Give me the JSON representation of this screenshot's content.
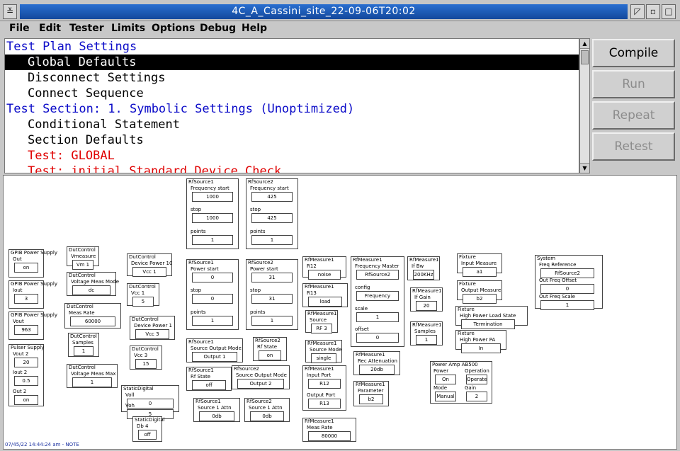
{
  "window": {
    "title": "4C_A_Cassini_site_22-09-06T20:02"
  },
  "menu": [
    "File",
    "Edit",
    "Tester",
    "Limits",
    "Options",
    "Debug",
    "Help"
  ],
  "plan": [
    {
      "text": "Test Plan Settings",
      "color": "#0a0ac8",
      "indent": 0,
      "selected": false
    },
    {
      "text": "Global Defaults",
      "color": "#ffffff",
      "indent": 1,
      "selected": true
    },
    {
      "text": "Disconnect Settings",
      "color": "#000000",
      "indent": 1,
      "selected": false
    },
    {
      "text": "Connect Sequence",
      "color": "#000000",
      "indent": 1,
      "selected": false
    },
    {
      "text": "Test Section: 1. Symbolic Settings (Unoptimized)",
      "color": "#0a0ac8",
      "indent": 0,
      "selected": false
    },
    {
      "text": "Conditional Statement",
      "color": "#000000",
      "indent": 1,
      "selected": false
    },
    {
      "text": "Section Defaults",
      "color": "#000000",
      "indent": 1,
      "selected": false
    },
    {
      "text": "Test: GLOBAL",
      "color": "#e00000",
      "indent": 1,
      "selected": false
    },
    {
      "text": "Test: initial Standard Device Check",
      "color": "#e00000",
      "indent": 1,
      "selected": false
    }
  ],
  "buttons": [
    {
      "label": "Compile",
      "enabled": true
    },
    {
      "label": "Run",
      "enabled": false
    },
    {
      "label": "Repeat",
      "enabled": false
    },
    {
      "label": "Retest",
      "enabled": false
    }
  ],
  "status": "07/45/22 14:44:24 am - NOTE",
  "blocks": [
    {
      "title": "GPIB Power Supply",
      "fields": [
        {
          "l": "Out",
          "v": "on"
        }
      ]
    },
    {
      "title": "GPIB Power Supply",
      "fields": [
        {
          "l": "Iout",
          "v": "3"
        }
      ]
    },
    {
      "title": "GPIB Power Supply",
      "fields": [
        {
          "l": "Vout",
          "v": "963"
        }
      ]
    },
    {
      "title": "Pulser Supply",
      "fields": [
        {
          "l": "Vout 2",
          "v": "20"
        },
        {
          "l": "Iout 2",
          "v": "0.5"
        },
        {
          "l": "Out 2",
          "v": "on"
        }
      ]
    },
    {
      "title": "DutControl",
      "fields": [
        {
          "l": "Vmeasure",
          "v": "Vm 1"
        }
      ]
    },
    {
      "title": "DutControl",
      "fields": [
        {
          "l": "Voltage Meas Mode",
          "v": "dc"
        }
      ]
    },
    {
      "title": "DutControl",
      "fields": [
        {
          "l": "Meas Rate",
          "v": "60000"
        }
      ]
    },
    {
      "title": "DutControl",
      "fields": [
        {
          "l": "Samples",
          "v": "1"
        }
      ]
    },
    {
      "title": "DutControl",
      "fields": [
        {
          "l": "Voltage Meas Max",
          "v": "1"
        }
      ]
    },
    {
      "title": "DutControl",
      "fields": [
        {
          "l": "Device Power 10",
          "v": "Vcc 1"
        }
      ]
    },
    {
      "title": "DutControl",
      "fields": [
        {
          "l": "Vcc 1",
          "v": "5"
        }
      ]
    },
    {
      "title": "DutControl",
      "fields": [
        {
          "l": "Device Power 1",
          "v": "Vcc 3"
        }
      ]
    },
    {
      "title": "DutControl",
      "fields": [
        {
          "l": "Vcc 3",
          "v": "15"
        }
      ]
    },
    {
      "title": "StaticDigital",
      "fields": [
        {
          "l": "Voll",
          "v": "0"
        },
        {
          "l": "Voh",
          "v": "5"
        }
      ]
    },
    {
      "title": "StaticDigital",
      "fields": [
        {
          "l": "Db 4",
          "v": "off"
        }
      ]
    },
    {
      "title": "RfSource1",
      "fields": [
        {
          "l": "Frequency start",
          "v": "1000"
        },
        {
          "l": "stop",
          "v": "1000"
        },
        {
          "l": "points",
          "v": "1"
        }
      ]
    },
    {
      "title": "RfSource2",
      "fields": [
        {
          "l": "Frequency start",
          "v": "425"
        },
        {
          "l": "stop",
          "v": "425"
        },
        {
          "l": "points",
          "v": "1"
        }
      ]
    },
    {
      "title": "RfSource1",
      "fields": [
        {
          "l": "Power start",
          "v": "0"
        },
        {
          "l": "stop",
          "v": "0"
        },
        {
          "l": "points",
          "v": "1"
        }
      ]
    },
    {
      "title": "RfSource2",
      "fields": [
        {
          "l": "Power start",
          "v": "31"
        },
        {
          "l": "stop",
          "v": "31"
        },
        {
          "l": "points",
          "v": "1"
        }
      ]
    },
    {
      "title": "RfSource1",
      "fields": [
        {
          "l": "Source Output Mode",
          "v": "Output 1"
        }
      ]
    },
    {
      "title": "RfSource2",
      "fields": [
        {
          "l": "Rf State",
          "v": "on"
        }
      ]
    },
    {
      "title": "RfSource1",
      "fields": [
        {
          "l": "Rf State",
          "v": "off"
        }
      ]
    },
    {
      "title": "RfSource2",
      "fields": [
        {
          "l": "Source Output Mode",
          "v": "Output 2"
        }
      ]
    },
    {
      "title": "RfSource1",
      "fields": [
        {
          "l": "Source 1 Attn",
          "v": "0db"
        }
      ]
    },
    {
      "title": "RfSource2",
      "fields": [
        {
          "l": "Source 1 Attn",
          "v": "0db"
        }
      ]
    },
    {
      "title": "RfMeasure1",
      "fields": [
        {
          "l": "R12",
          "v": "noise"
        }
      ]
    },
    {
      "title": "RfMeasure1",
      "fields": [
        {
          "l": "R13",
          "v": "load"
        }
      ]
    },
    {
      "title": "RfMeasure1",
      "fields": [
        {
          "l": "Source",
          "v": "RF 3"
        }
      ]
    },
    {
      "title": "RfMeasure1",
      "fields": [
        {
          "l": "Source Mode",
          "v": "single"
        }
      ]
    },
    {
      "title": "RfMeasure1",
      "fields": [
        {
          "l": "Input Port",
          "v": "R12"
        },
        {
          "l": "Output Port",
          "v": "R13"
        }
      ]
    },
    {
      "title": "RfMeasure1",
      "fields": [
        {
          "l": "Meas Rate",
          "v": "80000"
        }
      ]
    },
    {
      "title": "RfMeasure1",
      "fields": [
        {
          "l": "Frequency Master",
          "v": "RfSource2"
        },
        {
          "l": "config",
          "v": "Frequency"
        },
        {
          "l": "scale",
          "v": "1"
        },
        {
          "l": "offset",
          "v": "0"
        }
      ]
    },
    {
      "title": "RfMeasure1",
      "fields": [
        {
          "l": "Rec Attenuation",
          "v": "20db"
        }
      ]
    },
    {
      "title": "RfMeasure1",
      "fields": [
        {
          "l": "Parameter",
          "v": "b2"
        }
      ]
    },
    {
      "title": "RfMeasure1",
      "fields": [
        {
          "l": "If Bw",
          "v": "200KHz"
        }
      ]
    },
    {
      "title": "RfMeasure1",
      "fields": [
        {
          "l": "If Gain",
          "v": "20"
        }
      ]
    },
    {
      "title": "RfMeasure1",
      "fields": [
        {
          "l": "Samples",
          "v": "1"
        }
      ]
    },
    {
      "title": "Fixture",
      "fields": [
        {
          "l": "Input Measure",
          "v": "a1"
        }
      ]
    },
    {
      "title": "Fixture",
      "fields": [
        {
          "l": "Output Measure",
          "v": "b2"
        }
      ]
    },
    {
      "title": "Fixture",
      "fields": [
        {
          "l": "High Power Load State",
          "v": "Termination"
        }
      ]
    },
    {
      "title": "Fixture",
      "fields": [
        {
          "l": "High Power PA",
          "v": "In"
        }
      ]
    },
    {
      "title": "System",
      "fields": [
        {
          "l": "Freq Reference",
          "v": "RfSource2"
        },
        {
          "l": "Out Freq Offset",
          "v": "0"
        },
        {
          "l": "Out Freq Scale",
          "v": "1"
        }
      ]
    },
    {
      "title": "Power Amp AB500",
      "fields": [
        {
          "l": "Power",
          "v": "On"
        },
        {
          "l": "Operation",
          "v": "Operate"
        },
        {
          "l": "Mode",
          "v": "Manual"
        },
        {
          "l": "Gain",
          "v": "2"
        }
      ]
    }
  ]
}
